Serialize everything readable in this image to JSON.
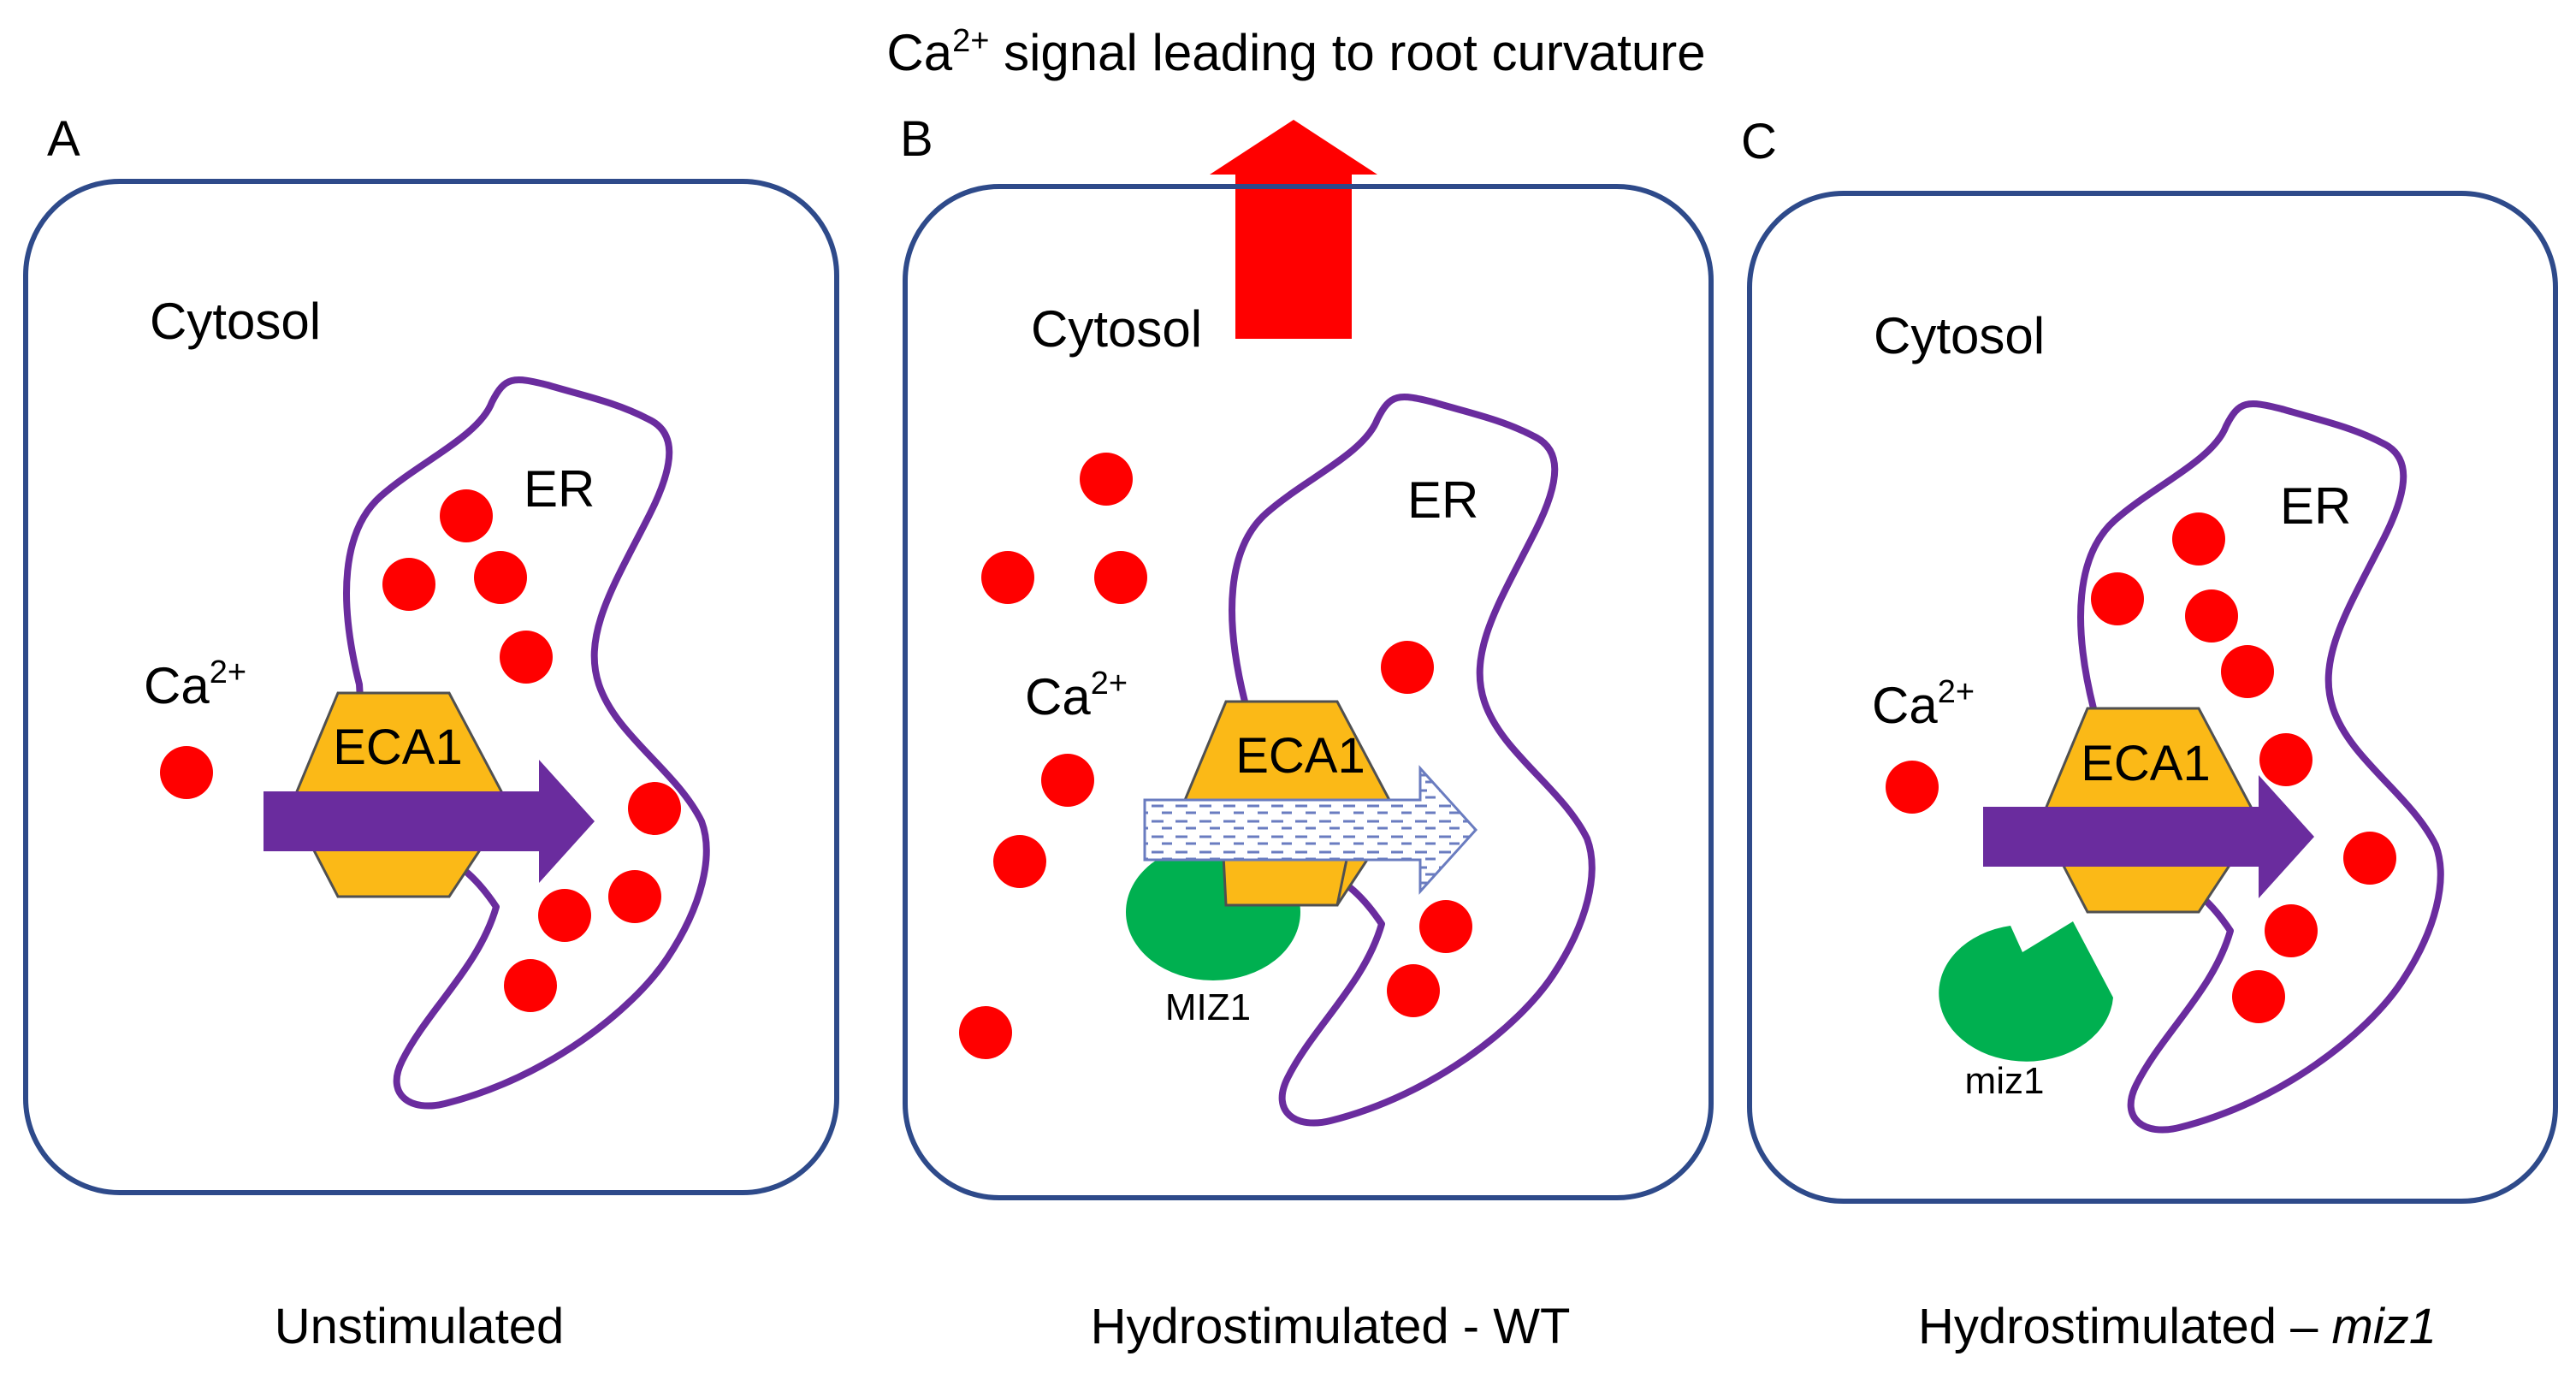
{
  "top_caption": {
    "prefix": "Ca",
    "superscript": "2+",
    "suffix": " signal leading to root curvature"
  },
  "colors": {
    "cell_border": "#2e4a8a",
    "er_membrane": "#6a2c9e",
    "calcium": "#ff0000",
    "eca1": "#fbb917",
    "pump_arrow": "#6a2c9e",
    "miz1": "#00b050",
    "signal_arrow": "#ff0000"
  },
  "panels": [
    {
      "letter": "A",
      "region_label": "Cytosol",
      "organelle_label": "ER",
      "ion_label": "Ca",
      "ion_superscript": "2+",
      "pump_label": "ECA1",
      "caption": "Unstimulated",
      "pump_state": "active"
    },
    {
      "letter": "B",
      "region_label": "Cytosol",
      "organelle_label": "ER",
      "ion_label": "Ca",
      "ion_superscript": "2+",
      "pump_label": "ECA1",
      "protein_label": "MIZ1",
      "caption": "Hydrostimulated - WT",
      "pump_state": "inhibited"
    },
    {
      "letter": "C",
      "region_label": "Cytosol",
      "organelle_label": "ER",
      "ion_label": "Ca",
      "ion_superscript": "2+",
      "pump_label": "ECA1",
      "protein_label": "miz1",
      "caption_prefix": "Hydrostimulated – ",
      "caption_italic": "miz1",
      "pump_state": "active"
    }
  ]
}
